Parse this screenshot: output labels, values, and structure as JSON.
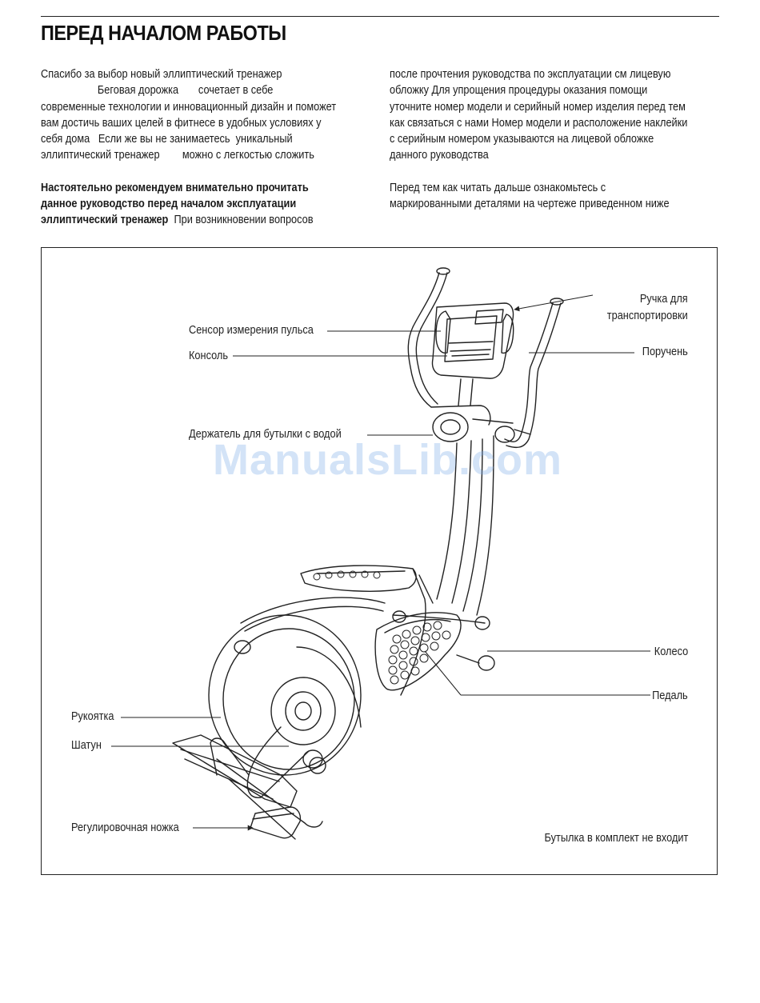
{
  "page": {
    "title": "ПЕРЕД НАЧАЛОМ РАБОТЫ",
    "left_column": {
      "intro": [
        "Спасибо за выбор новый  эллиптический тренажер",
        "                    Беговая дорожка       сочетает в себе",
        "современные технологии и инновационный дизайн  и поможет",
        "вам достичь ваших целей в фитнесе в удобных условиях у",
        "себя дома   Если же вы не занимаетесь  уникальный",
        "эллиптический тренажер        можно с легкостью сложить"
      ],
      "bold_line_1": "Настоятельно рекомендуем внимательно прочитать",
      "bold_line_2": "данное руководство перед началом эксплуатации",
      "bold_line_3": "эллиптический тренажер",
      "regular_tail": "  При возникновении вопросов"
    },
    "right_column": {
      "para1": [
        "после прочтения руководства по эксплуатации см  лицевую",
        "обложку  Для упрощения процедуры оказания помощи",
        "уточните номер модели и серийный номер изделия перед тем",
        "как связаться с нами  Номер модели и расположение наклейки",
        "с серийным номером указываются на лицевой обложке",
        "данного руководства"
      ],
      "para2": [
        "Перед тем как читать дальше  ознакомьтесь с",
        "маркированными деталями на чертеже  приведенном ниже"
      ]
    }
  },
  "diagram": {
    "labels": {
      "handle_transport": "Ручка для транспортировки",
      "handle_transport_line1": "Ручка для",
      "handle_transport_line2": "транспортировки",
      "handrail": "Поручень",
      "pulse_sensor": "Сенсор измерения пульса",
      "console": "Консоль",
      "bottle_holder": "Держатель для бутылки с водой",
      "wheel": "Колесо",
      "pedal": "Педаль",
      "crank_handle": "Рукоятка",
      "crank_arm": "Шатун",
      "leveling_foot": "Регулировочная ножка",
      "bottle_note": "Бутылка в комплект не входит"
    }
  },
  "watermark": {
    "text": "ManualsLib.com"
  }
}
